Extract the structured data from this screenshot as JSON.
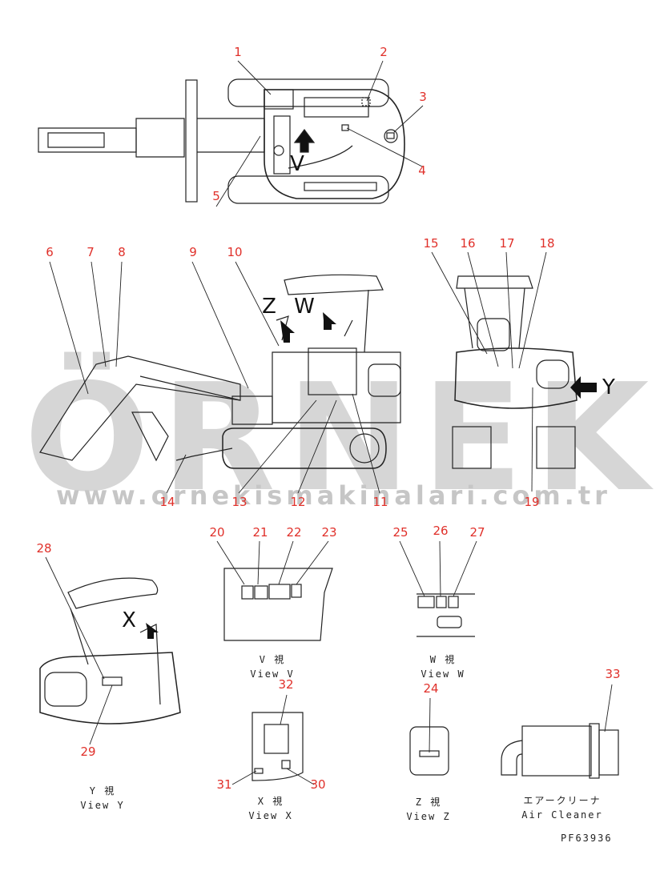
{
  "watermark": {
    "brand": "ÖRNEK",
    "url": "www.ornekismakinalari.com.tr"
  },
  "drawing_code": "PF63936",
  "callouts": [
    "1",
    "2",
    "3",
    "4",
    "5",
    "6",
    "7",
    "8",
    "9",
    "10",
    "11",
    "12",
    "13",
    "14",
    "15",
    "16",
    "17",
    "18",
    "19",
    "20",
    "21",
    "22",
    "23",
    "24",
    "25",
    "26",
    "27",
    "28",
    "29",
    "30",
    "31",
    "32",
    "33"
  ],
  "arrow_letters": {
    "v": "V",
    "z": "Z",
    "w": "W",
    "y": "Y",
    "x": "X"
  },
  "view_labels": {
    "view_v_jp": "V 視",
    "view_v_en": "View V",
    "view_w_jp": "W 視",
    "view_w_en": "View W",
    "view_y_jp": "Y 視",
    "view_y_en": "View Y",
    "view_x_jp": "X 視",
    "view_x_en": "View X",
    "view_z_jp": "Z 視",
    "view_z_en": "View Z",
    "air_cleaner_jp": "エアークリーナ",
    "air_cleaner_en": "Air Cleaner"
  },
  "colors": {
    "callout": "#e0302a",
    "line": "#222222",
    "watermark": "#d6d6d6",
    "watermark_accent": "#f2c94c"
  }
}
